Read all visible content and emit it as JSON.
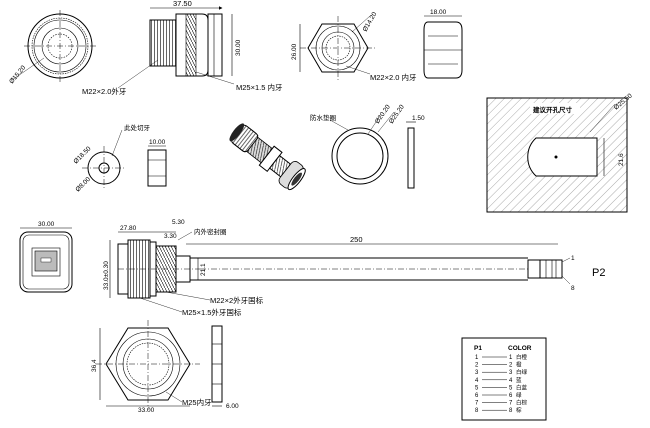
{
  "dims": {
    "width_37_50": "37.50",
    "height_30_00_top": "30.00",
    "dia_15_20": "Ø15.20",
    "m22_thread_outer": "M22×2.0外牙",
    "m25_thread_inner": "M25×1.5 内牙",
    "dia_14_20": "Ø14.20",
    "height_26_00": "26.00",
    "m22_thread_inner": "M22×2.0 内牙",
    "width_18_00": "18.00",
    "dia_25_50": "Ø25.50",
    "dim_21_6": "21.6",
    "panel_cut_label": "建议开孔尺寸",
    "cut_here_label": "此处切牙",
    "dia_18_50": "Ø18.50",
    "dia_8_00": "Ø8.00",
    "width_10_00": "10.00",
    "waterproof_ring": "防水垫圈",
    "dia_20_20": "Ø20.20",
    "dia_25_20": "Ø25.20",
    "thick_1_50": "1.50",
    "width_30_00": "30.00",
    "dim_27_80": "27.80",
    "dim_5_30": "5.30",
    "dim_3_30": "3.30",
    "inner_outer_seal": "内外密封圈",
    "dim_250": "250",
    "dim_33_0": "33.0±0.30",
    "dim_21_1": "21.1",
    "m22_outer_std": "M22×2外牙国标",
    "m25_outer_std": "M25×1.5外牙国标",
    "pin_1": "1",
    "pin_8": "8",
    "p2": "P2",
    "nut_height": "36.4",
    "nut_width": "33.00",
    "m25_nut_inner": "M25内牙",
    "nut_thick": "6.00"
  },
  "table": {
    "col_p1": "P1",
    "col_color": "COLOR",
    "rows": [
      {
        "p1": "1",
        "p2": "1",
        "color": "白橙"
      },
      {
        "p1": "2",
        "p2": "2",
        "color": "橙"
      },
      {
        "p1": "3",
        "p2": "3",
        "color": "白绿"
      },
      {
        "p1": "4",
        "p2": "4",
        "color": "蓝"
      },
      {
        "p1": "5",
        "p2": "5",
        "color": "白蓝"
      },
      {
        "p1": "6",
        "p2": "6",
        "color": "绿"
      },
      {
        "p1": "7",
        "p2": "7",
        "color": "白棕"
      },
      {
        "p1": "8",
        "p2": "8",
        "color": "棕"
      }
    ]
  }
}
